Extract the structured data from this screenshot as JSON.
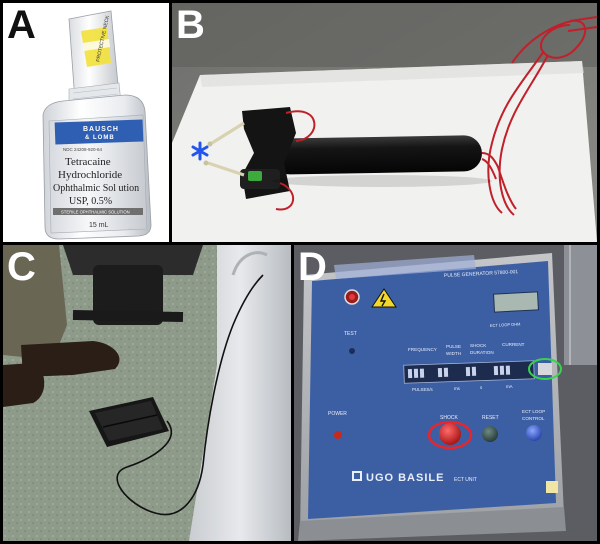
{
  "panels": {
    "a": {
      "label": "A"
    },
    "b": {
      "label": "B"
    },
    "c": {
      "label": "C"
    },
    "d": {
      "label": "D"
    }
  },
  "bottle": {
    "brand_line1": "BAUSCH",
    "brand_line2": "& LOMB",
    "ndc": "NDC 24208-920-64",
    "name_line1": "Tetracaine",
    "name_line2": "Hydrochloride",
    "name_line3": "Ophthalmic Sol ution",
    "usp": "USP, 0.5%",
    "sterile": "STERILE OPHTHALMIC SOLUTION",
    "volume": "15 mL",
    "cap_band": "PROTECTIVE NECK"
  },
  "device": {
    "header": "PULSE GENERATOR 57800-001",
    "ect_loop_ohm": "ECT LOOP OHM",
    "col_frequency": "FREQUENCY",
    "col_pulse_width_1": "PULSE",
    "col_pulse_width_2": "WIDTH",
    "col_shock_duration_1": "SHOCK",
    "col_shock_duration_2": "DURATION",
    "col_current": "CURRENT",
    "unit_pulses": "PULSES/s",
    "unit_ms": "ms",
    "unit_s": "s",
    "unit_ma": "mA",
    "test": "TEST",
    "power": "POWER",
    "shock": "SHOCK",
    "reset": "RESET",
    "ect_loop_1": "ECT LOOP",
    "ect_loop_2": "CONTROL",
    "brand": "UGO BASILE",
    "model": "ECT UNIT"
  },
  "colors": {
    "panel_bg": "#3c5fa3",
    "shock_button": "#d42020",
    "highlight_red": "#e8242c",
    "highlight_green": "#39d34a",
    "asterisk_blue": "#2255ee"
  }
}
